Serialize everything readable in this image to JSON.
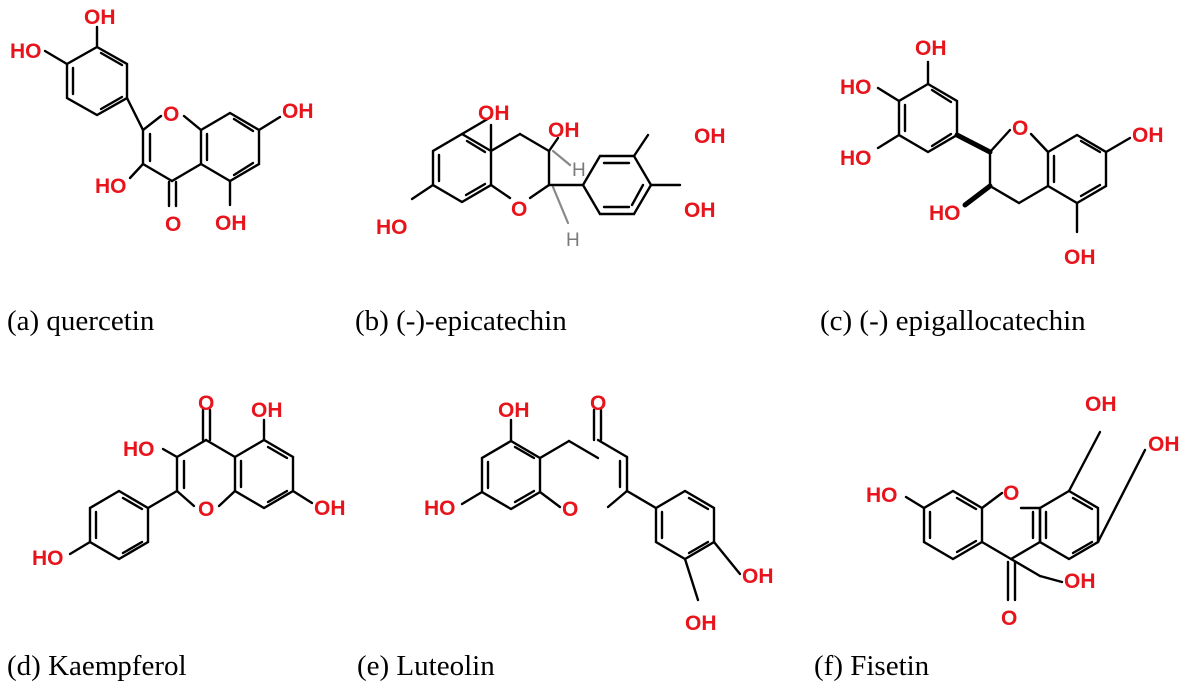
{
  "colors": {
    "heteroatom": "#e8141c",
    "bond": "#000000",
    "hydrogen": "#7a7a7a"
  },
  "panels": [
    {
      "caption": "(a) quercetin",
      "atoms": {
        "oh_top": "OH",
        "oh_left": "HO",
        "o_ring": "O",
        "oh_right": "OH",
        "oh_3": "HO",
        "o_keto": "O",
        "oh_5": "OH"
      }
    },
    {
      "caption": "(b) (-)-epicatechin",
      "atoms": {
        "oh_5": "OH",
        "oh_3": "OH",
        "h_3": "H",
        "oh_3p": "OH",
        "oh_4p": "OH",
        "oh_7": "HO",
        "o_ring": "O",
        "h_2": "H"
      }
    },
    {
      "caption": "(c) (-) epigallocatechin",
      "atoms": {
        "oh_top": "OH",
        "oh_mid": "HO",
        "oh_low": "HO",
        "o_ring": "O",
        "oh_7": "OH",
        "oh_3": "HO",
        "oh_5": "OH"
      }
    },
    {
      "caption": "(d) Kaempferol",
      "atoms": {
        "o_keto": "O",
        "oh_5": "OH",
        "oh_3": "HO",
        "o_ring": "O",
        "oh_7": "OH",
        "oh_4p": "HO"
      }
    },
    {
      "caption": "(e) Luteolin",
      "atoms": {
        "oh_5": "OH",
        "o_keto": "O",
        "oh_7": "HO",
        "o_ring": "O",
        "oh_4p": "OH",
        "oh_3p": "OH"
      }
    },
    {
      "caption": "(f) Fisetin",
      "atoms": {
        "oh_3p": "OH",
        "oh_4p": "OH",
        "oh_7": "HO",
        "o_ring": "O",
        "oh_3": "OH",
        "o_keto": "O"
      }
    }
  ]
}
